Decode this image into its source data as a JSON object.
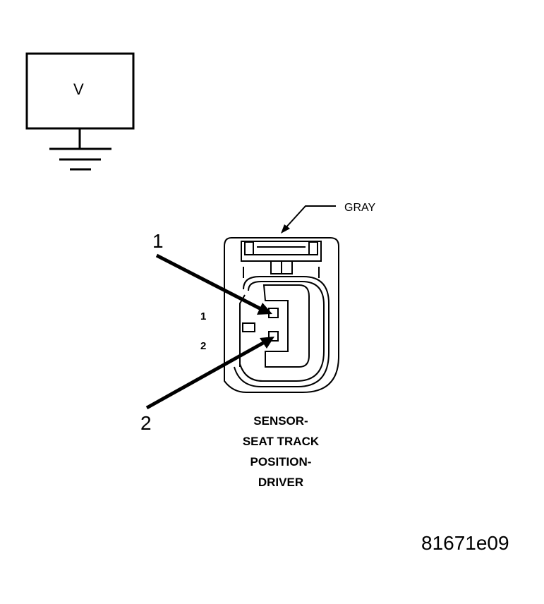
{
  "meter": {
    "label": "V"
  },
  "connector": {
    "color_label": "GRAY",
    "pins": [
      "1",
      "2"
    ],
    "name_lines": [
      "SENSOR-",
      "SEAT TRACK",
      "POSITION-",
      "DRIVER"
    ]
  },
  "callouts": [
    "1",
    "2"
  ],
  "figure_id": "81671e09"
}
